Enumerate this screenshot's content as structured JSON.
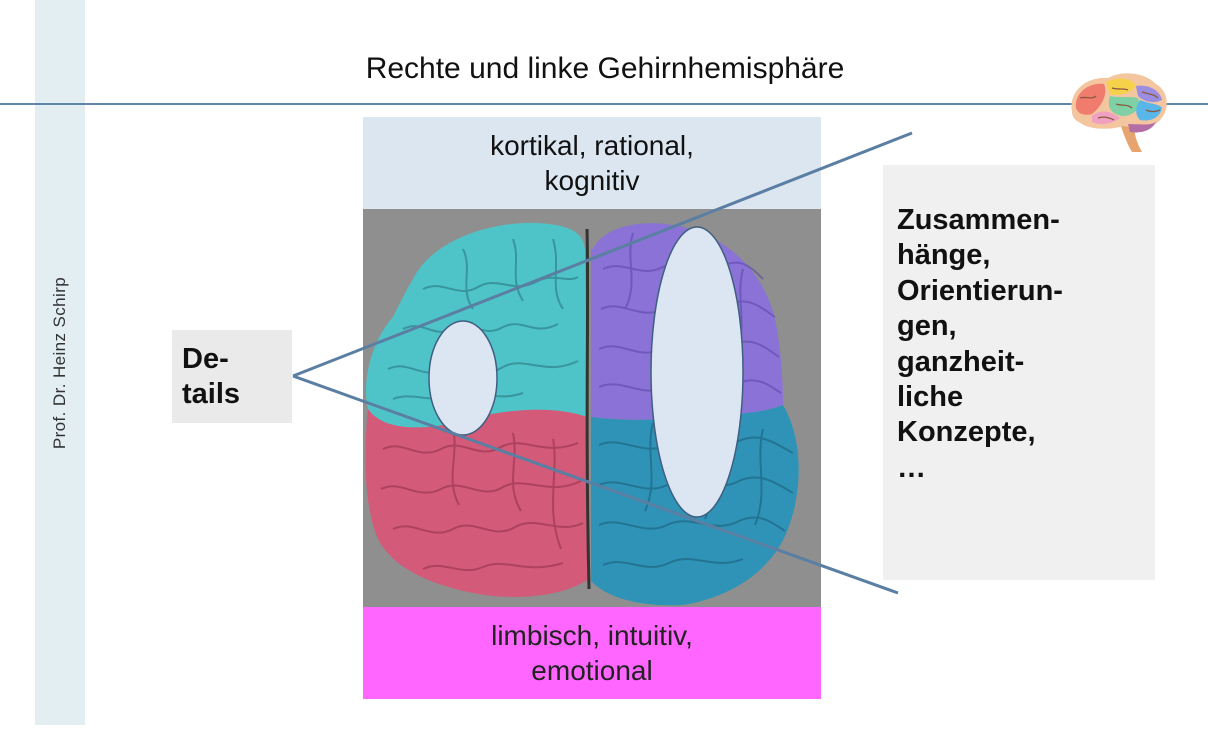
{
  "title": "Rechte und linke Gehirnhemisphäre",
  "author": "Prof. Dr. Heinz  Schirp",
  "top_band": {
    "line1": "kortikal, rational,",
    "line2": "kognitiv"
  },
  "bottom_band": {
    "line1": "limbisch, intuitiv,",
    "line2": "emotional"
  },
  "details": {
    "line1": "De-",
    "line2": "tails"
  },
  "right_box": {
    "lines": [
      "Zusammen-",
      "hänge,",
      "Orientierun-",
      "gen,",
      "ganzheit-",
      "liche",
      "Konzepte,",
      "…"
    ]
  },
  "colors": {
    "left_upper_lobe": "#4fc4c8",
    "left_lower_lobe": "#d35a78",
    "right_upper_lobe": "#8a72d6",
    "right_lower_lobe": "#2f93b8",
    "connector_line": "#5a7fa3",
    "ellipse_fill": "#dce6f2",
    "bottom_band": "#ff66ff",
    "top_band": "#dbe6f0"
  },
  "icons": {
    "corner": "brain-icon",
    "center": "brain-top-view-illustration"
  }
}
